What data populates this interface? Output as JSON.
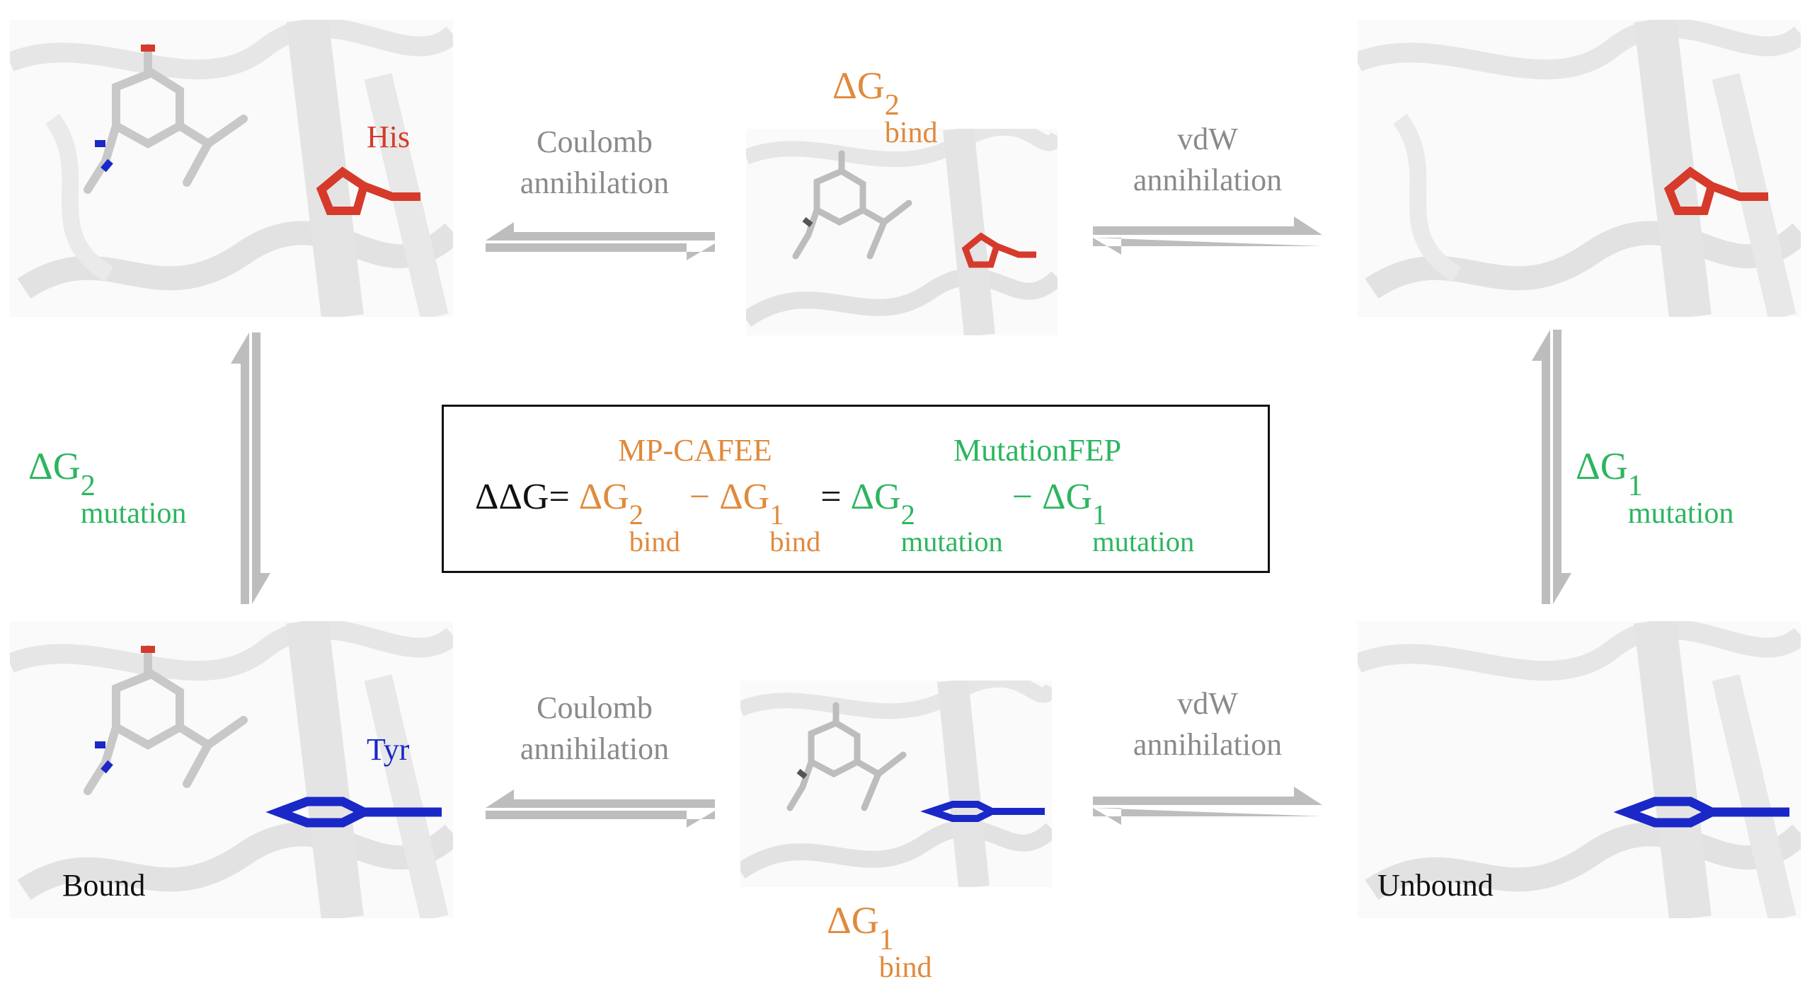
{
  "residues": {
    "his": "His",
    "tyr": "Tyr"
  },
  "states": {
    "bound": "Bound",
    "unbound": "Unbound"
  },
  "steps": {
    "top_left": [
      "Coulomb",
      "annihilation"
    ],
    "top_right": [
      "vdW",
      "annihilation"
    ],
    "bottom_left": [
      "Coulomb",
      "annihilation"
    ],
    "bottom_right": [
      "vdW",
      "annihilation"
    ]
  },
  "free_energies": {
    "symbol": "ΔG",
    "bind_top": {
      "sup": "2",
      "sub": "bind"
    },
    "bind_bottom": {
      "sup": "1",
      "sub": "bind"
    },
    "mutation_left": {
      "sup": "2",
      "sub": "mutation"
    },
    "mutation_right": {
      "sup": "1",
      "sub": "mutation"
    }
  },
  "box": {
    "method_left": "MP-CAFEE",
    "method_right": "MutationFEP",
    "ddg": "ΔΔG",
    "equals": "=",
    "minus": "−"
  },
  "colors": {
    "orange": "#e08a3c",
    "green": "#2db560",
    "his_red": "#d63a2a",
    "tyr_blue": "#1a28c8",
    "arrow_gray": "#bdbdbd"
  }
}
